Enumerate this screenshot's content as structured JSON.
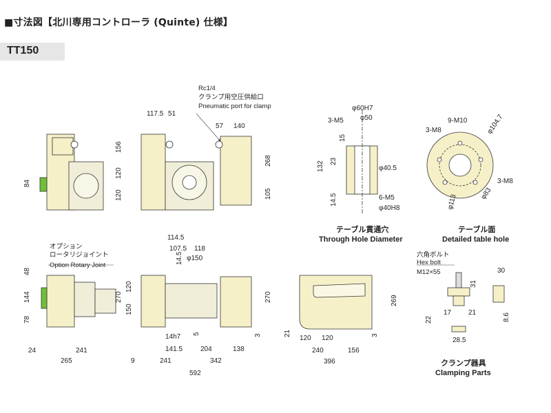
{
  "header": {
    "title": "■寸法図【北川専用コントローラ (Quinte) 仕様】"
  },
  "model": {
    "label": "TT150"
  },
  "colors": {
    "body": "#f5f0c8",
    "line": "#333333",
    "accent_green": "#6fbf3a",
    "dim_line": "#444444"
  },
  "annotations": {
    "port_line1": "Rc1/4",
    "port_line2": "クランプ用空圧供給口",
    "port_line3": "Pneumatic port for clamp",
    "option_line1": "オプション",
    "option_line2": "ロータリジョイント",
    "option_line3": "Option Rotary Joint",
    "hexbolt_line1": "六角ボルト",
    "hexbolt_line2": "Hex bolt",
    "hexbolt_line3": "M12×55"
  },
  "captions": {
    "through_jp": "テーブル貫通穴",
    "through_en": "Through Hole Diameter",
    "table_jp": "テーブル面",
    "table_en": "Detailed table hole",
    "clamp_jp": "クランプ器具",
    "clamp_en": "Clamping Parts"
  },
  "dims": {
    "d_84": "84",
    "d_117_5": "117.5",
    "d_51": "51",
    "d_57": "57",
    "d_140": "140",
    "d_156": "156",
    "d_120a": "120",
    "d_120b": "120",
    "d_268": "268",
    "d_105": "105",
    "d_3m5": "3-M5",
    "d_60h7": "φ60H7",
    "d_50": "φ50",
    "d_15": "15",
    "d_132": "132",
    "d_23": "23",
    "d_40_5": "φ40.5",
    "d_14_5a": "14.5",
    "d_6m5": "6-M5",
    "d_40h8": "φ40H8",
    "d_9m10": "9-M10",
    "d_3m8a": "3-M8",
    "d_104_7": "φ104.7",
    "d_3m8b": "3-M8",
    "d_113": "φ113",
    "d_83": "φ83",
    "d_48": "48",
    "d_144": "144",
    "d_78": "78",
    "d_24": "24",
    "d_241a": "241",
    "d_265": "265",
    "d_114_5": "114.5",
    "d_107_5": "107.5",
    "d_118": "118",
    "d_14_5b": "14.5",
    "d_150c": "φ150",
    "d_270a": "270",
    "d_150": "150",
    "d_120c": "120",
    "d_14h7": "14h7",
    "d_5": "5",
    "d_141_5": "141.5",
    "d_204": "204",
    "d_138": "138",
    "d_9": "9",
    "d_241b": "241",
    "d_342": "342",
    "d_592": "592",
    "d_3a": "3",
    "d_270b": "270",
    "d_21": "21",
    "d_120d": "120",
    "d_120e": "120",
    "d_240": "240",
    "d_156b": "156",
    "d_396": "396",
    "d_269": "269",
    "d_3b": "3",
    "d_30": "30",
    "d_31": "31",
    "d_17": "17",
    "d_21b": "21",
    "d_22": "22",
    "d_28_5": "28.5",
    "d_8_6": "8.6"
  }
}
